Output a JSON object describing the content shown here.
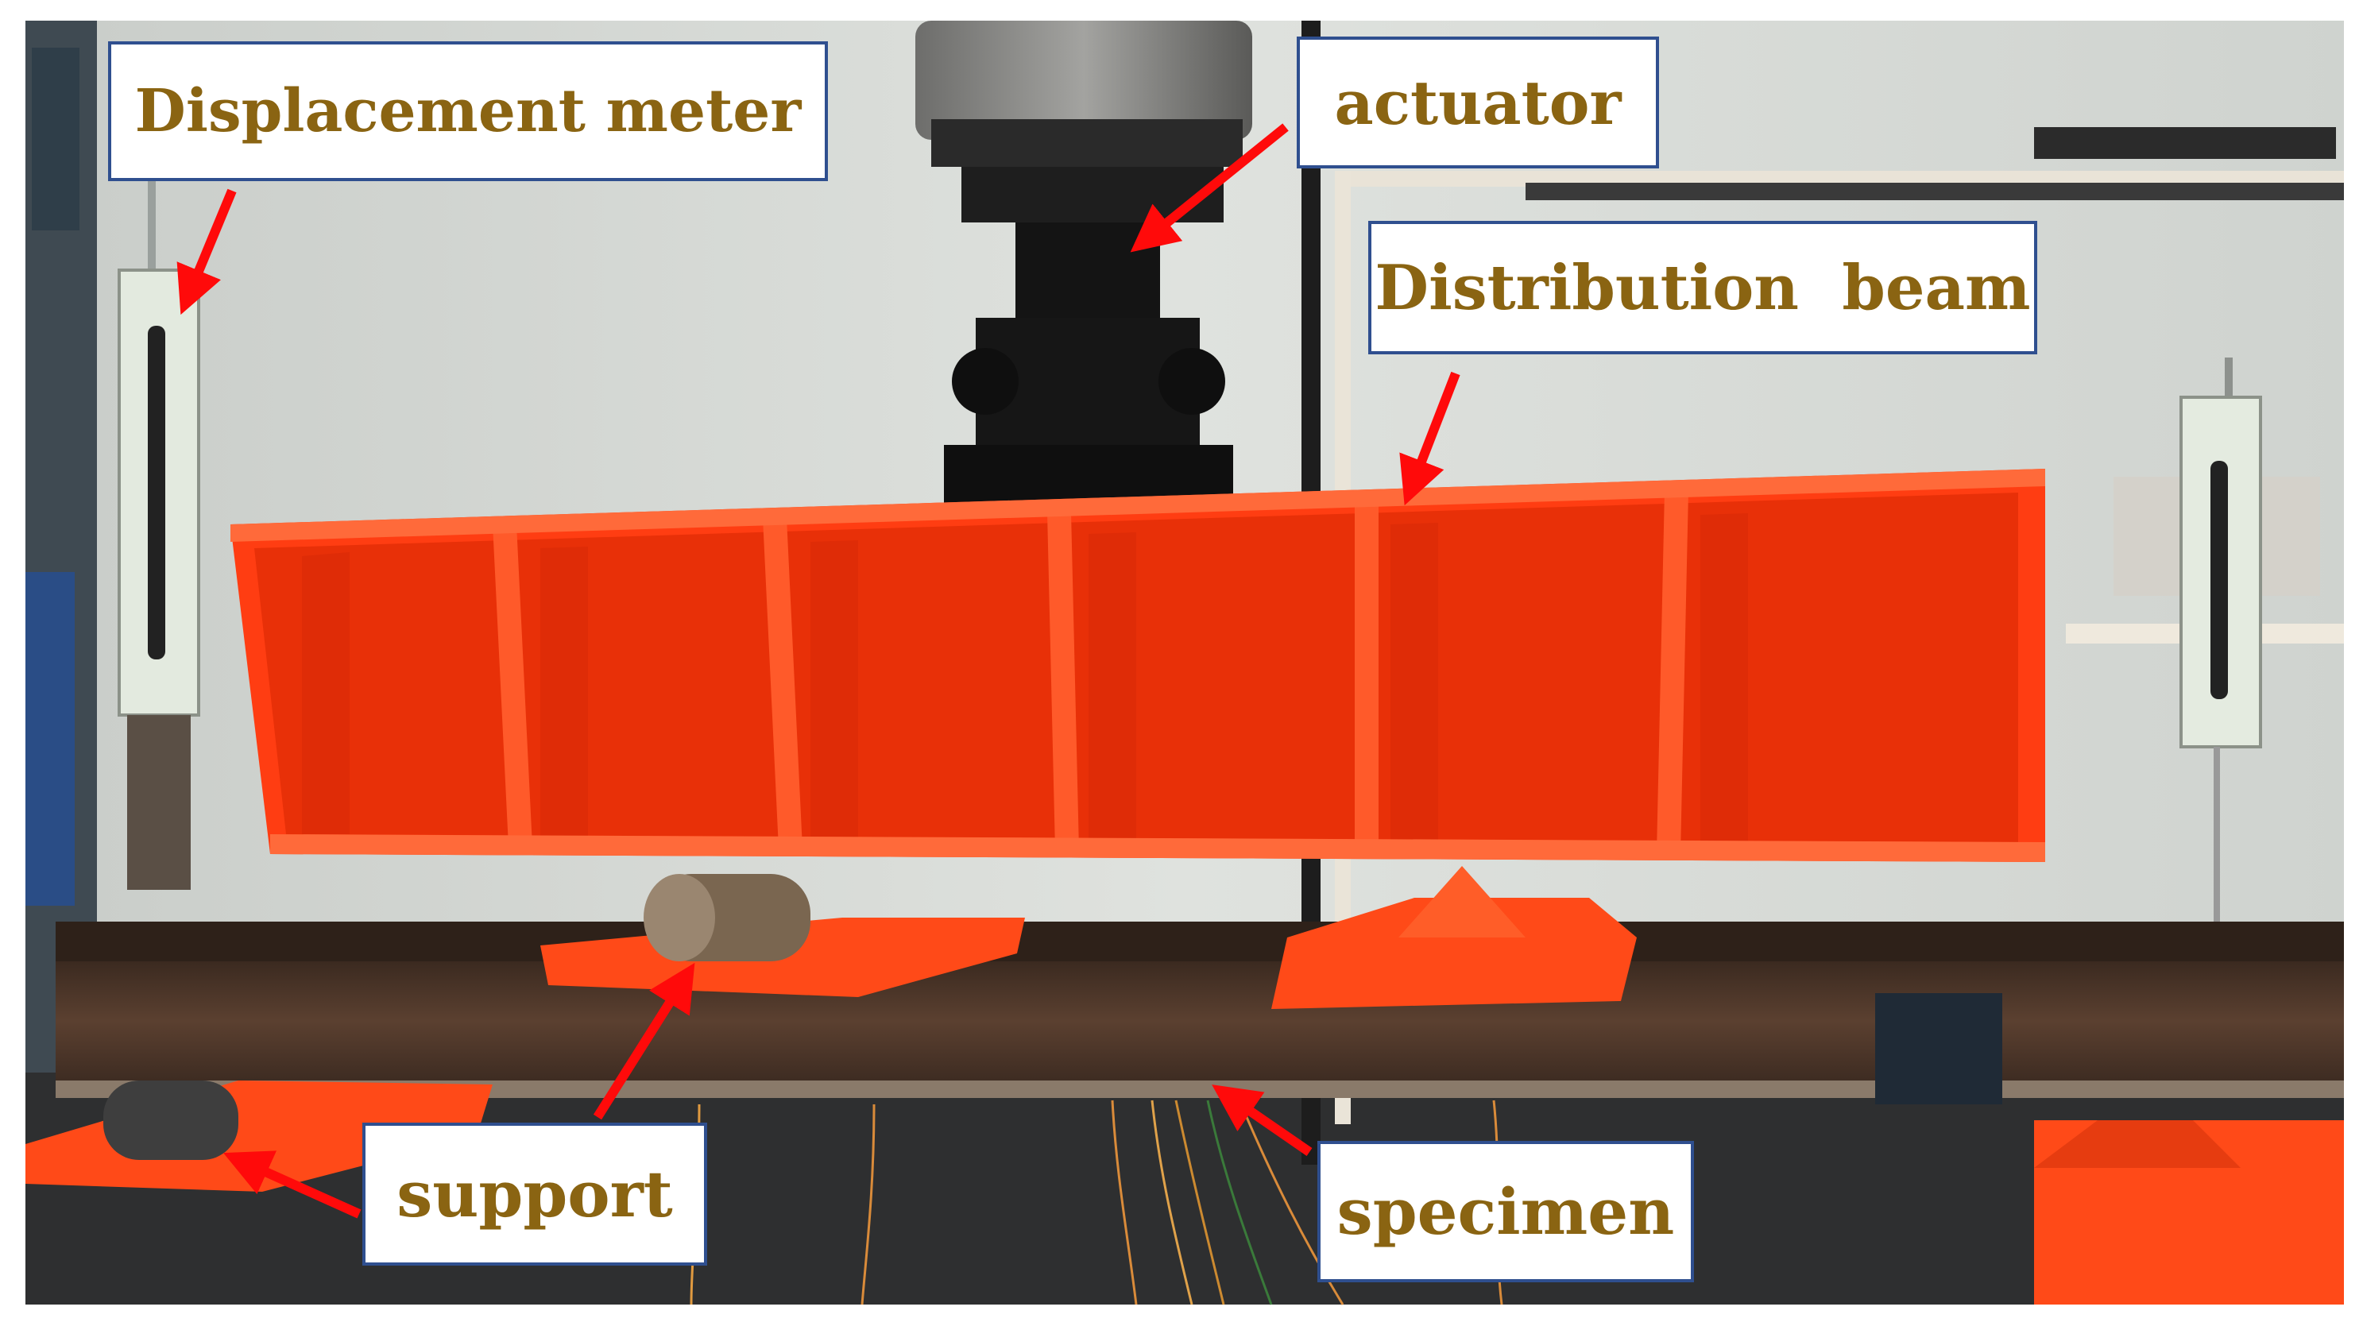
{
  "figure": {
    "labels": {
      "displacement_meter": "Displacement meter",
      "actuator": "actuator",
      "distribution_beam": "Distribution  beam",
      "support": "support",
      "specimen": "specimen"
    },
    "colors": {
      "label_text": "#8a6412",
      "label_border": "#2f4f8f",
      "arrow": "#ff0a0a",
      "distribution_beam": "#ff3d12",
      "wall": "#d8dcd8",
      "steel_specimen": "#4a3222"
    }
  }
}
